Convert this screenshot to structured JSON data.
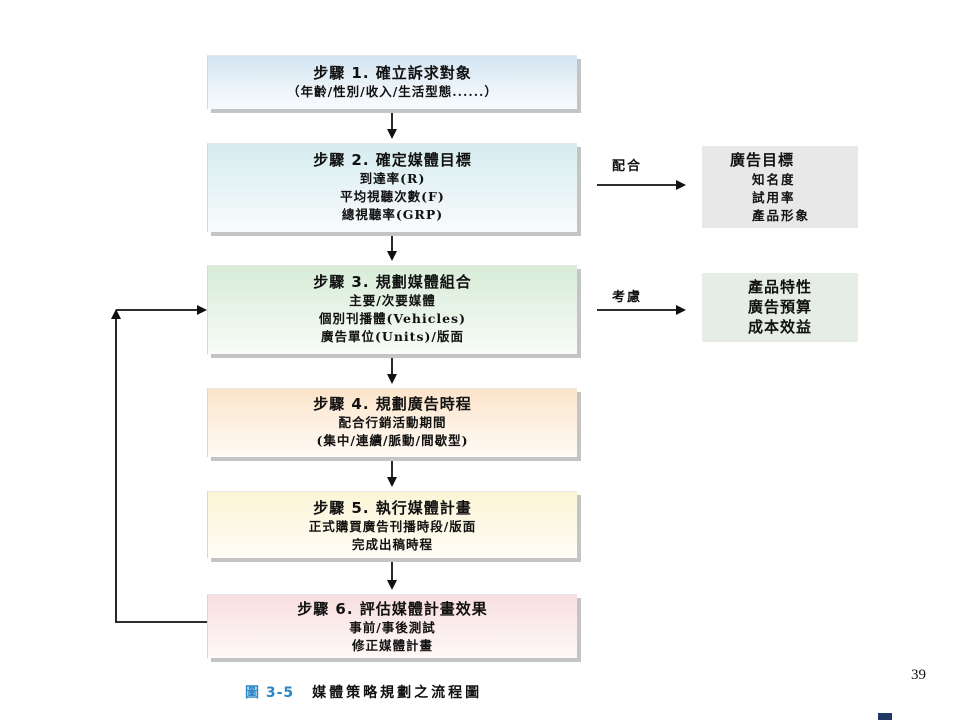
{
  "steps": [
    {
      "title": "步驟 1. 確立訴求對象",
      "lines": [
        "（年齡/性別/收入/生活型態......）"
      ]
    },
    {
      "title": "步驟 2. 確定媒體目標",
      "lines": [
        "到達率(R)",
        "平均視聽次數(F)",
        "總視聽率(GRP)"
      ]
    },
    {
      "title": "步驟 3. 規劃媒體組合",
      "lines": [
        "主要/次要媒體",
        "個別刊播體(Vehicles)",
        "廣告單位(Units)/版面"
      ]
    },
    {
      "title": "步驟 4. 規劃廣告時程",
      "lines": [
        "配合行銷活動期間",
        "(集中/連續/脈動/間歇型)"
      ]
    },
    {
      "title": "步驟 5. 執行媒體計畫",
      "lines": [
        "正式購買廣告刊播時段/版面",
        "完成出稿時程"
      ]
    },
    {
      "title": "步驟 6. 評估媒體計畫效果",
      "lines": [
        "事前/事後測試",
        "修正媒體計畫"
      ]
    }
  ],
  "side_boxes": {
    "ad_goals": {
      "label": "配合",
      "title": "廣告目標",
      "items": [
        "知名度",
        "試用率",
        "產品形象"
      ]
    },
    "considerations": {
      "label": "考慮",
      "items": [
        "產品特性",
        "廣告預算",
        "成本效益"
      ]
    }
  },
  "caption": {
    "figure": "圖 3-5",
    "title": "媒體策略規劃之流程圖"
  },
  "page_number": "39",
  "colors": {
    "step1": "#d3e4f2",
    "step2": "#d6ecef",
    "step3": "#d8ecd8",
    "step4": "#fbe4c9",
    "step5": "#fbf5d6",
    "step6": "#f8dede",
    "side_box": "#e8e8e8",
    "caption_figure": "#2a86c6"
  }
}
